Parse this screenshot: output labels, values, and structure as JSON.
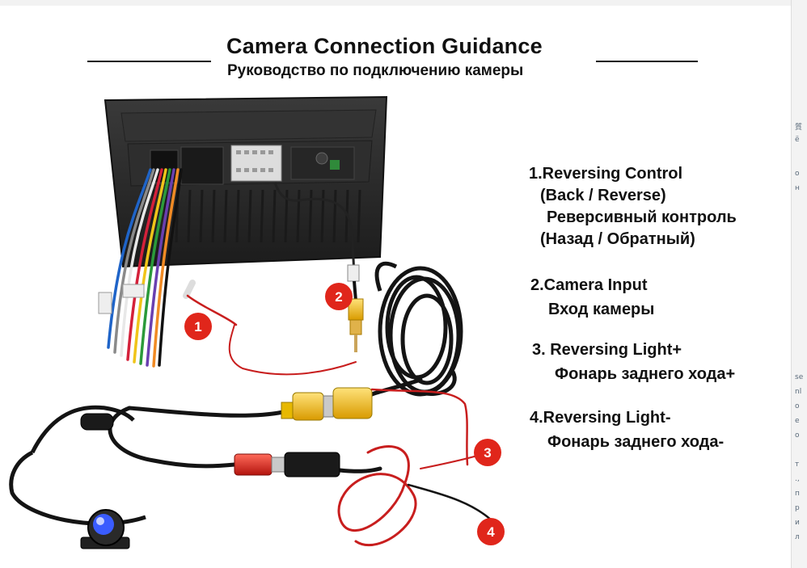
{
  "title": {
    "english": "Camera Connection Guidance",
    "russian": "Руководство по подключению камеры"
  },
  "markers": [
    {
      "id": "1",
      "color": "#e0261b"
    },
    {
      "id": "2",
      "color": "#e0261b"
    },
    {
      "id": "3",
      "color": "#e0261b"
    },
    {
      "id": "4",
      "color": "#e0261b"
    }
  ],
  "legend": [
    {
      "lines": [
        "1.Reversing  Control",
        "(Back / Reverse)",
        "Реверсивный контроль",
        "(Назад / Обратный)"
      ]
    },
    {
      "lines": [
        "2.Camera Input",
        "Вход камеры"
      ]
    },
    {
      "lines": [
        "3. Reversing Light+",
        "Фонарь заднего хода+"
      ]
    },
    {
      "lines": [
        "4.Reversing Light-",
        "Фонарь заднего хода-"
      ]
    }
  ],
  "colors": {
    "marker_red": "#e0261b",
    "rca_yellow": "#f2c21a",
    "wire_red": "#c81e1e",
    "cable_black": "#141414",
    "head_unit": "#2a2a2a"
  }
}
